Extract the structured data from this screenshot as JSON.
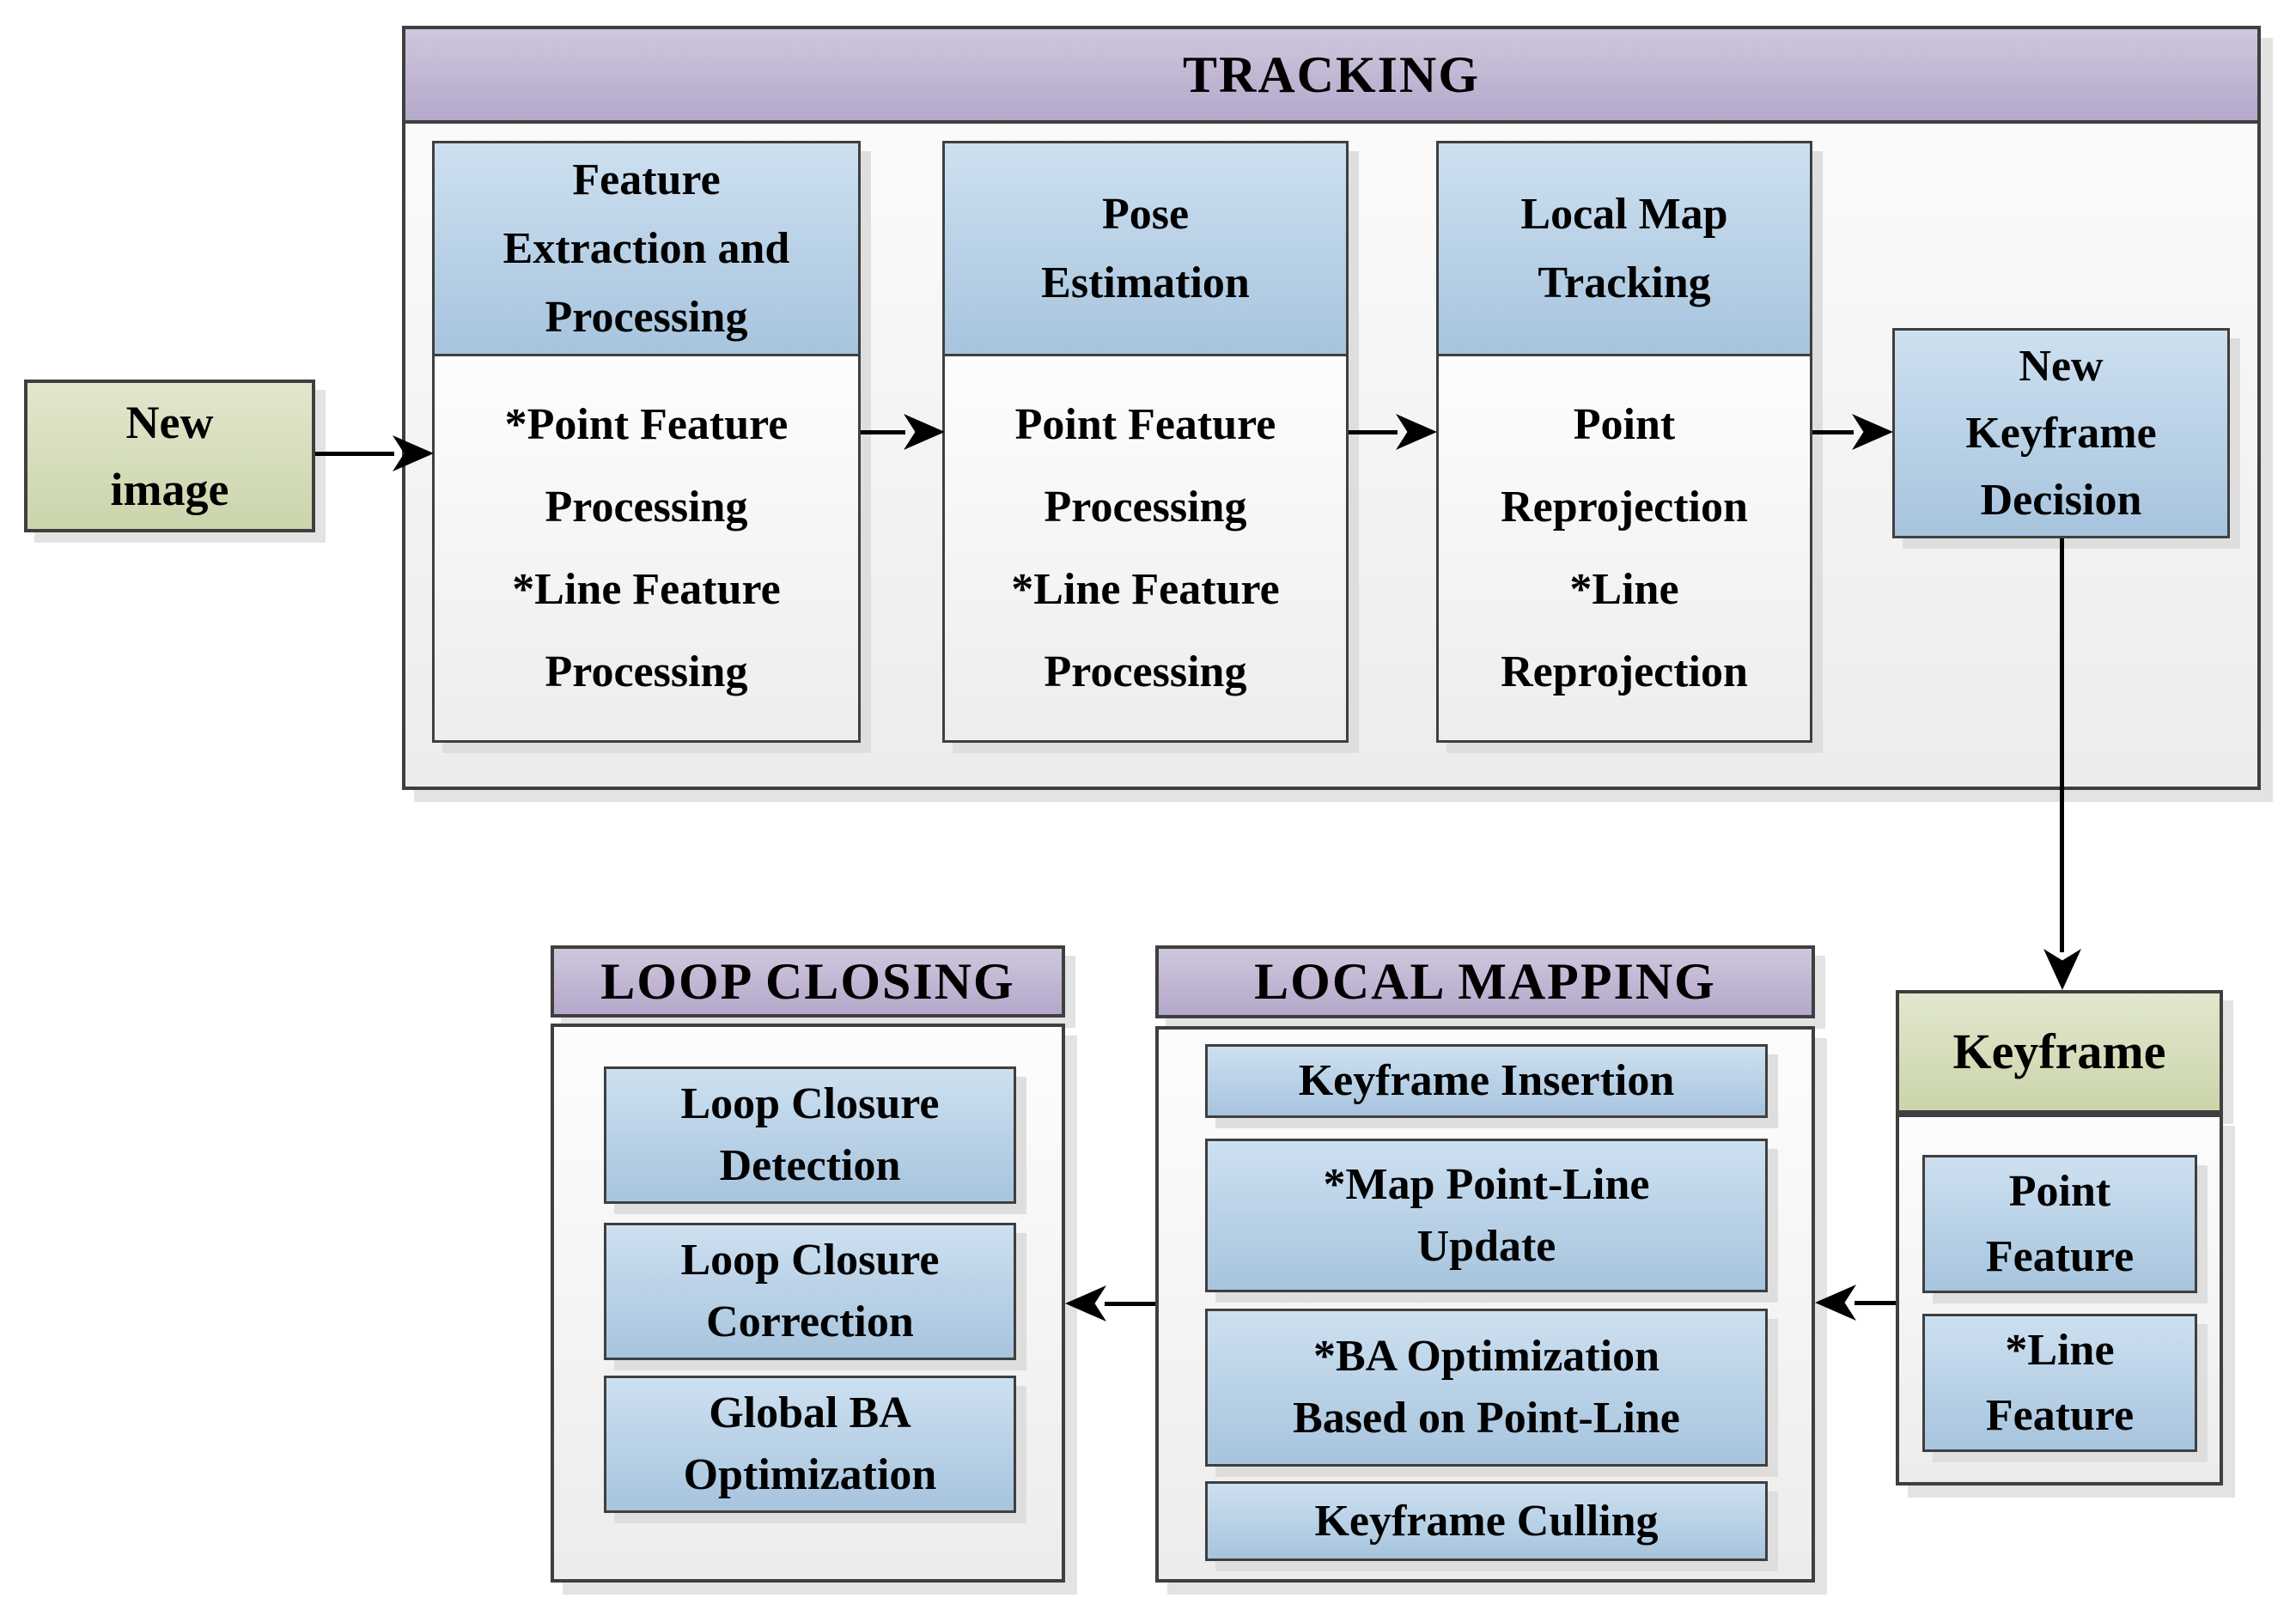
{
  "new_image": {
    "label": "New\nimage"
  },
  "tracking": {
    "title": "TRACKING",
    "feature_extraction": {
      "header": "Feature\nExtraction and\nProcessing",
      "body": "*Point Feature\nProcessing\n*Line Feature\nProcessing"
    },
    "pose_estimation": {
      "header": "Pose\nEstimation",
      "body": "Point Feature\nProcessing\n*Line Feature\nProcessing"
    },
    "local_map_tracking": {
      "header": "Local Map\nTracking",
      "body": "Point\nReprojection\n*Line\nReprojection"
    },
    "new_keyframe_decision": {
      "label": "New\nKeyframe\nDecision"
    }
  },
  "loop_closing": {
    "title": "LOOP CLOSING",
    "boxes": [
      "Loop Closure\nDetection",
      "Loop Closure\nCorrection",
      "Global BA\nOptimization"
    ]
  },
  "local_mapping": {
    "title": "LOCAL MAPPING",
    "boxes": [
      "Keyframe Insertion",
      "*Map Point-Line\nUpdate",
      "*BA Optimization\nBased on Point-Line",
      "Keyframe Culling"
    ]
  },
  "keyframe": {
    "title": "Keyframe",
    "boxes": [
      "Point\nFeature",
      "*Line\nFeature"
    ]
  },
  "colors": {
    "blue_top": "#cde0f0",
    "blue_bottom": "#a7c4de",
    "purple_top": "#cfc7dd",
    "purple_bottom": "#b4a8ca",
    "green_top": "#e1e7cd",
    "green_bottom": "#cbd5ab",
    "body_top": "#fdfdfd",
    "body_bottom": "#ececec",
    "border": "#3f3f3f",
    "shadow": "#e0e0e0",
    "arrow": "#000000",
    "text": "#000000"
  }
}
